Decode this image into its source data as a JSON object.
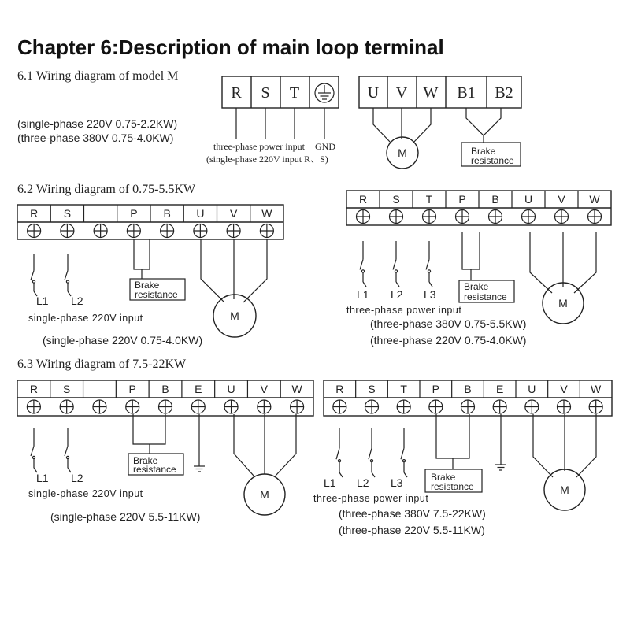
{
  "title": "Chapter 6:Description of main loop terminal",
  "sections": {
    "s1": {
      "heading": "6.1 Wiring diagram of model M",
      "note1": "(single-phase 220V 0.75-2.2KW)",
      "note2": "(three-phase 380V 0.75-4.0KW)",
      "input_terminals": [
        "R",
        "S",
        "T"
      ],
      "output_terminals": [
        "U",
        "V",
        "W",
        "B1",
        "B2"
      ],
      "power_label": "three-phase power input",
      "gnd_label": "GND",
      "single_label": "(single-phase 220V input R、S)",
      "motor": "M",
      "brake_line1": "Brake",
      "brake_line2": "resistance"
    },
    "s2": {
      "heading": "6.2 Wiring diagram of 0.75-5.5KW",
      "left_terminals": [
        "R",
        "S",
        "",
        "P",
        "B",
        "U",
        "V",
        "W"
      ],
      "right_terminals": [
        "R",
        "S",
        "T",
        "P",
        "B",
        "U",
        "V",
        "W"
      ],
      "left_lines": [
        "L1",
        "L2"
      ],
      "right_lines": [
        "L1",
        "L2",
        "L3"
      ],
      "left_input": "single-phase 220V input",
      "right_input": "three-phase power input",
      "left_note": "(single-phase 220V 0.75-4.0KW)",
      "right_note1": "(three-phase 380V 0.75-5.5KW)",
      "right_note2": "(three-phase 220V 0.75-4.0KW)",
      "motor": "M",
      "brake_line1": "Brake",
      "brake_line2": "resistance"
    },
    "s3": {
      "heading": "6.3 Wiring diagram of 7.5-22KW",
      "left_terminals": [
        "R",
        "S",
        "",
        "P",
        "B",
        "E",
        "U",
        "V",
        "W"
      ],
      "right_terminals": [
        "R",
        "S",
        "T",
        "P",
        "B",
        "E",
        "U",
        "V",
        "W"
      ],
      "left_lines": [
        "L1",
        "L2"
      ],
      "right_lines": [
        "L1",
        "L2",
        "L3"
      ],
      "left_input": "single-phase 220V input",
      "right_input": "three-phase power input",
      "left_note": "(single-phase 220V 5.5-11KW)",
      "right_note1": "(three-phase 380V 7.5-22KW)",
      "right_note2": "(three-phase 220V 5.5-11KW)",
      "motor": "M",
      "brake_line1": "Brake",
      "brake_line2": "resistance"
    }
  }
}
